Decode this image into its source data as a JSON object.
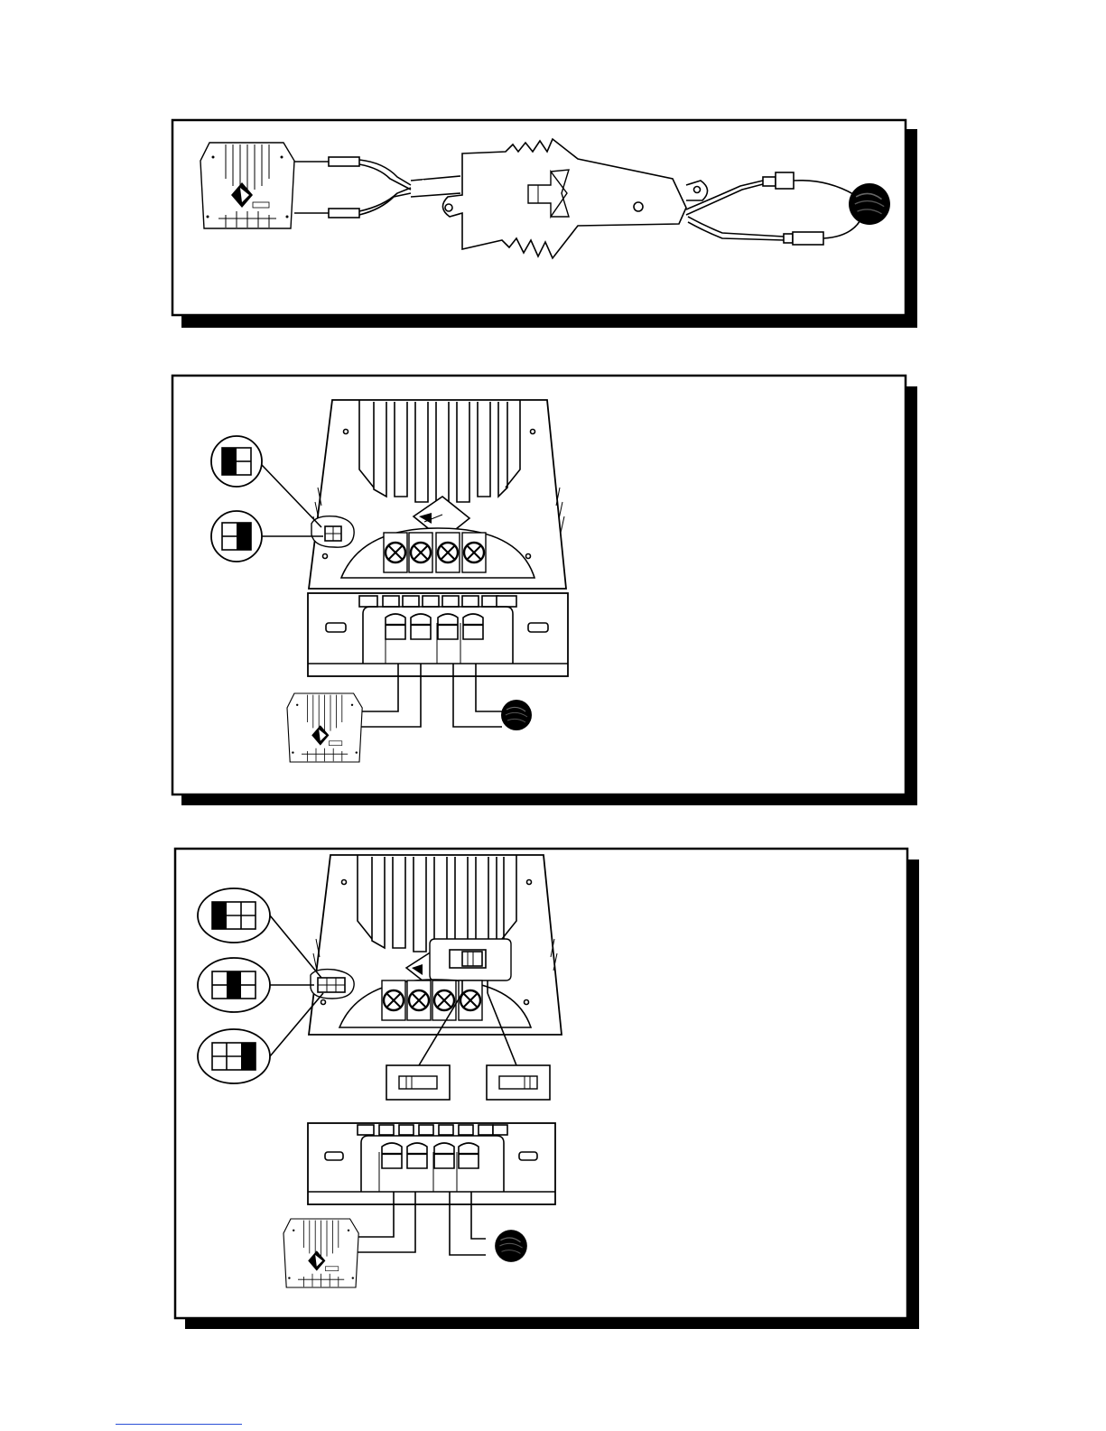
{
  "document": {
    "panels": [
      {
        "id": "panel-1",
        "content": "crossover-in-line-wiring"
      },
      {
        "id": "panel-2",
        "content": "crossover-two-position-jumper"
      },
      {
        "id": "panel-3",
        "content": "crossover-three-position-jumper"
      }
    ],
    "icons": {
      "woofer": "woofer-icon",
      "tweeter": "tweeter-icon",
      "crossover": "crossover-icon",
      "jumper": "jumper-setting-icon"
    },
    "colors": {
      "ink": "#000000",
      "paper": "#ffffff",
      "link": "#2a4fd6"
    }
  }
}
